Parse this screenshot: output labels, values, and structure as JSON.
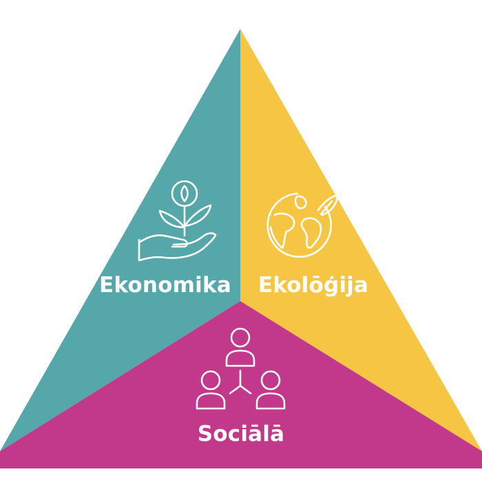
{
  "diagram": {
    "sections": [
      {
        "id": "economy",
        "label": "Ekonomika",
        "color": "#56a7aa",
        "icon": "hand-with-plant-coin-icon"
      },
      {
        "id": "ecology",
        "label": "Ekolōģija",
        "color": "#f5c543",
        "icon": "globe-with-leaf-icon"
      },
      {
        "id": "social",
        "label": "Sociālā",
        "color": "#c2388a",
        "icon": "connected-people-icon"
      }
    ]
  }
}
